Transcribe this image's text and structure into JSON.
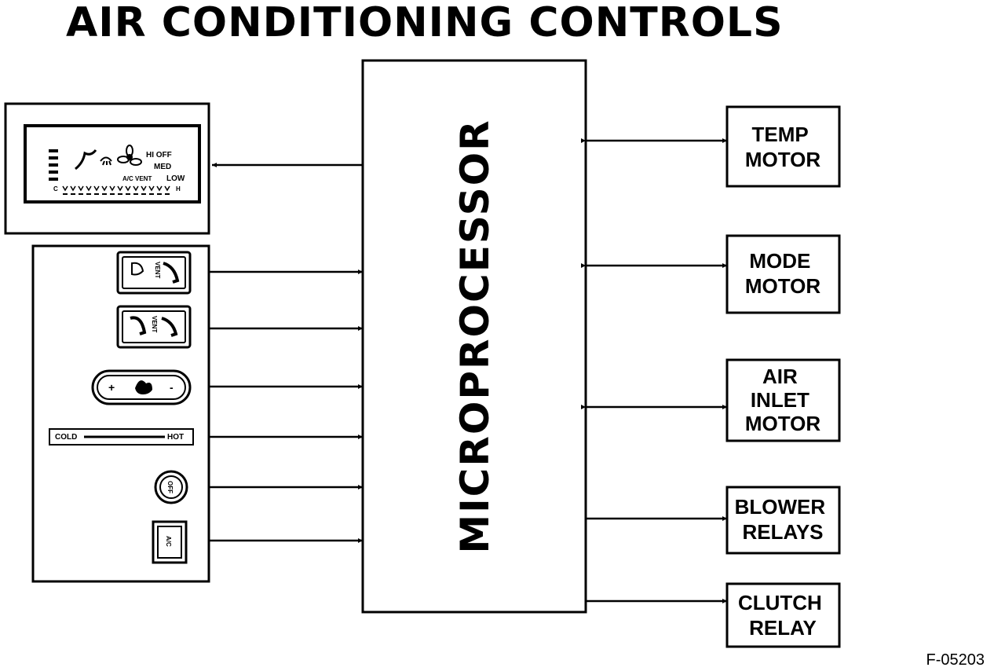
{
  "title": "AIR CONDITIONING CONTROLS",
  "processor": {
    "label": "MICROPROCESSOR"
  },
  "outputs": {
    "temp_motor": [
      "TEMP",
      "MOTOR"
    ],
    "mode_motor": [
      "MODE",
      "MOTOR"
    ],
    "air_inlet_motor": [
      "AIR",
      "INLET",
      "MOTOR"
    ],
    "blower_relays": [
      "BLOWER",
      "RELAYS"
    ],
    "clutch_relay": [
      "CLUTCH",
      "RELAY"
    ]
  },
  "display": {
    "fan_hi_off": "HI OFF",
    "fan_med": "MED",
    "fan_low": "LOW",
    "mode_labels": "A/C VENT",
    "scale_c": "C",
    "scale_h": "H"
  },
  "panel": {
    "slider_cold": "COLD",
    "slider_hot": "HOT",
    "off_button": "OFF",
    "ac_button": "A/C",
    "vent_label": "VENT",
    "plus_sign": "+",
    "minus_sign": "-"
  },
  "figure_code": "F-05203"
}
